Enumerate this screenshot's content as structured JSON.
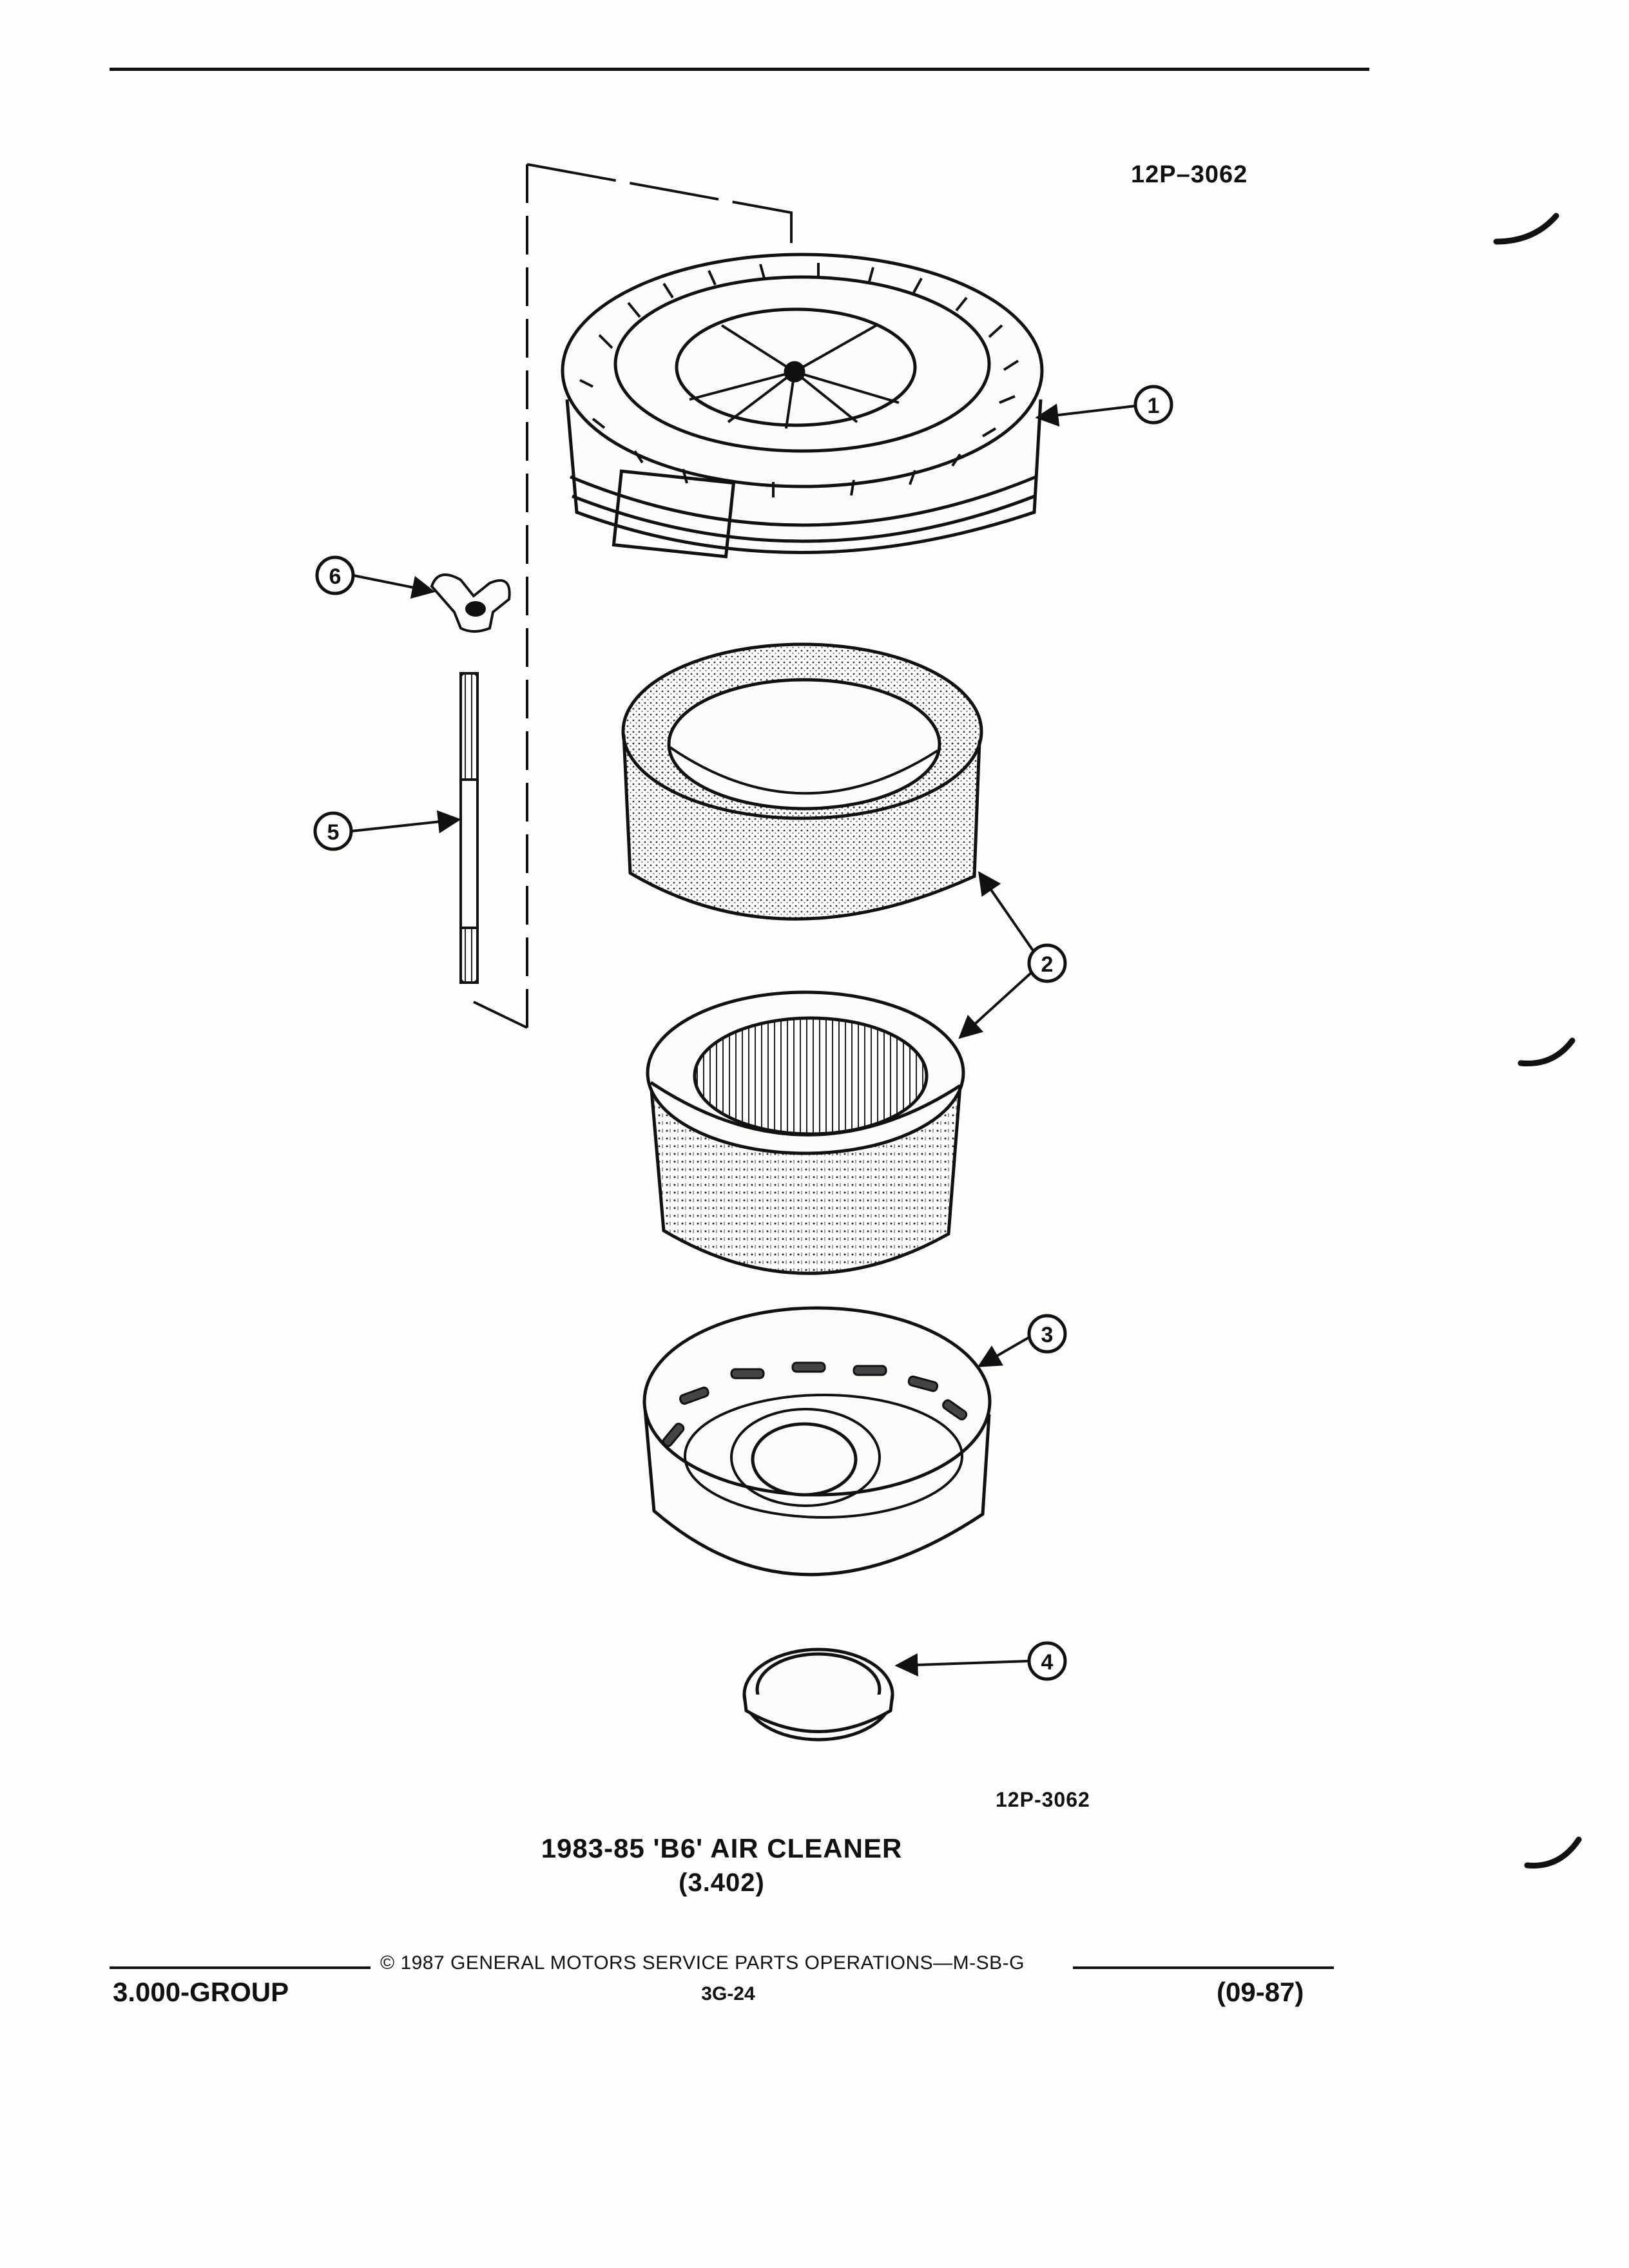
{
  "figure": {
    "id_top": "12P–3062",
    "id_bottom": "12P-3062",
    "title": "1983-85 'B6' AIR CLEANER",
    "section_ref": "(3.402)",
    "callouts": [
      "1",
      "2",
      "3",
      "4",
      "5",
      "6"
    ]
  },
  "footer": {
    "copyright": "© 1987 GENERAL MOTORS SERVICE PARTS OPERATIONS—M-SB-G",
    "group": "3.000-GROUP",
    "page_number": "3G-24",
    "date": "(09-87)"
  }
}
